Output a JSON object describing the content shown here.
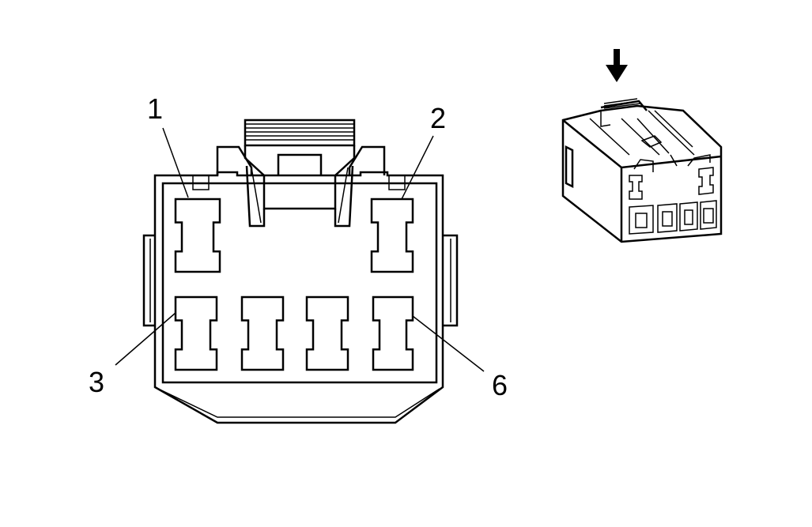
{
  "pins": [
    {
      "id": "pin-1",
      "label": "1"
    },
    {
      "id": "pin-2",
      "label": "2"
    },
    {
      "id": "pin-3",
      "label": "3"
    },
    {
      "id": "pin-6",
      "label": "6"
    }
  ],
  "colors": {
    "line": "#000000",
    "background": "#ffffff"
  },
  "icons": {
    "view_arrow": "down-arrow-icon"
  }
}
